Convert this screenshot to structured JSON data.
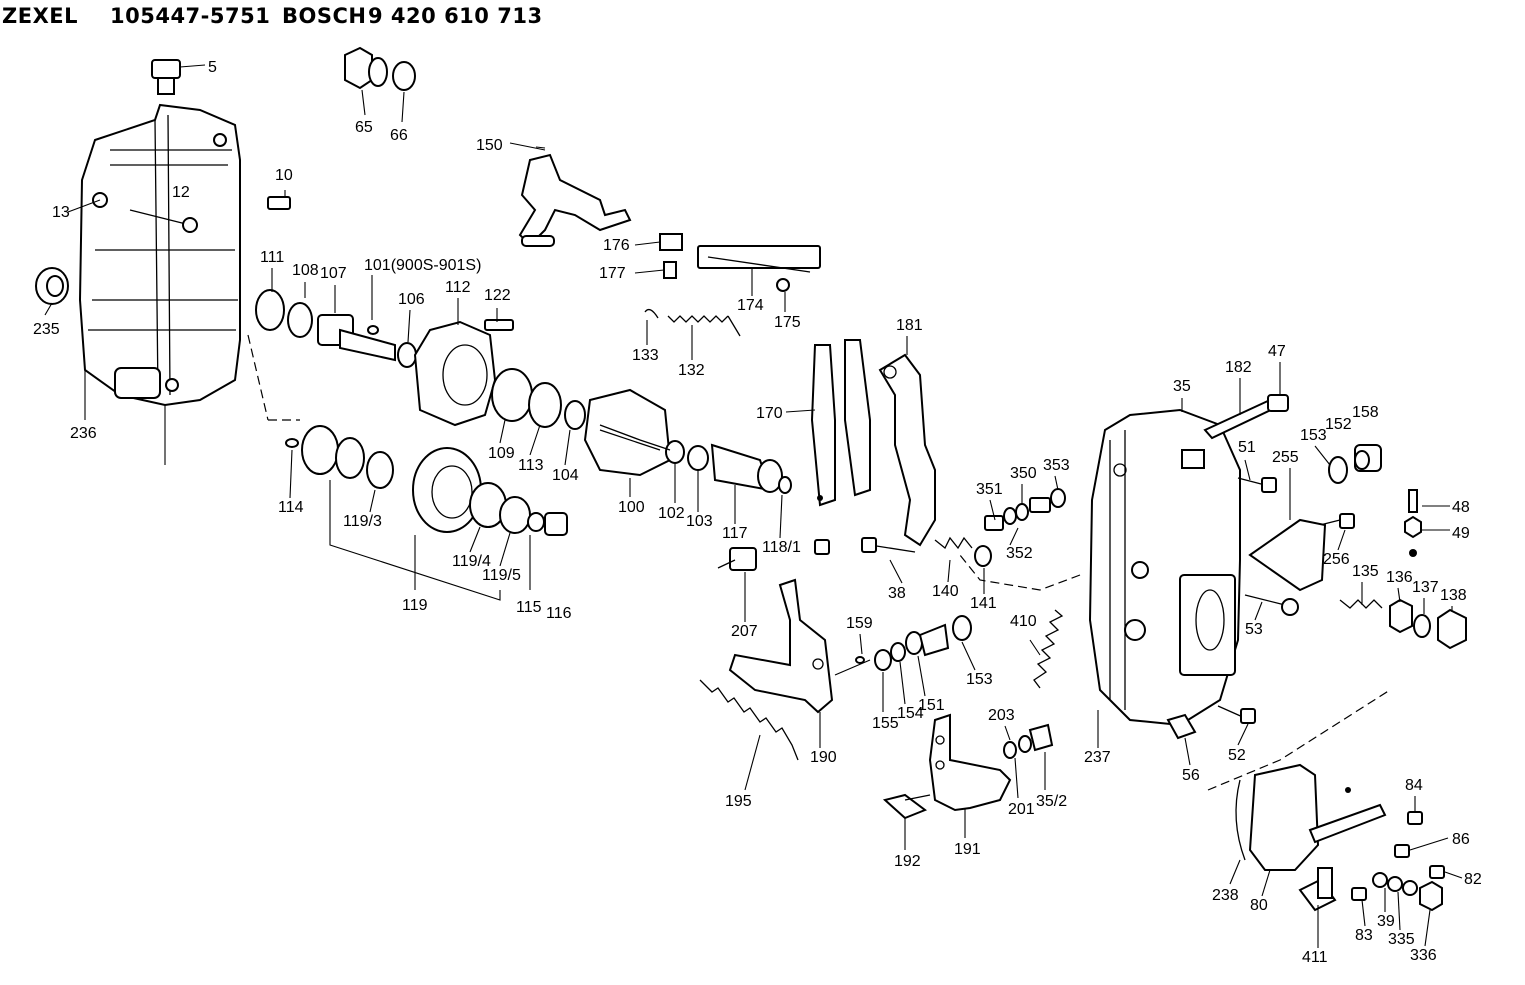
{
  "header": {
    "brand": "ZEXEL",
    "part_no": "105447-5751",
    "maker": "BOSCH",
    "maker_no": "9 420 610 713"
  },
  "callouts": [
    "5",
    "65",
    "66",
    "150",
    "10",
    "12",
    "13",
    "235",
    "236",
    "111",
    "108",
    "107",
    "101(900S-901S)",
    "106",
    "112",
    "122",
    "176",
    "177",
    "174",
    "175",
    "133",
    "132",
    "181",
    "170",
    "109",
    "113",
    "104",
    "100",
    "102",
    "103",
    "117",
    "118/1",
    "114",
    "119/3",
    "119",
    "119/4",
    "119/5",
    "115",
    "116",
    "207",
    "182",
    "47",
    "35",
    "51",
    "153",
    "152",
    "158",
    "255",
    "48",
    "49",
    "351",
    "350",
    "353",
    "352",
    "256",
    "38",
    "140",
    "141",
    "135",
    "136",
    "137",
    "138",
    "53",
    "410",
    "159",
    "155",
    "154",
    "151",
    "153",
    "52",
    "56",
    "190",
    "195",
    "203",
    "201",
    "35/2",
    "237",
    "192",
    "191",
    "84",
    "86",
    "82",
    "238",
    "80",
    "39",
    "83",
    "335",
    "336",
    "411"
  ]
}
